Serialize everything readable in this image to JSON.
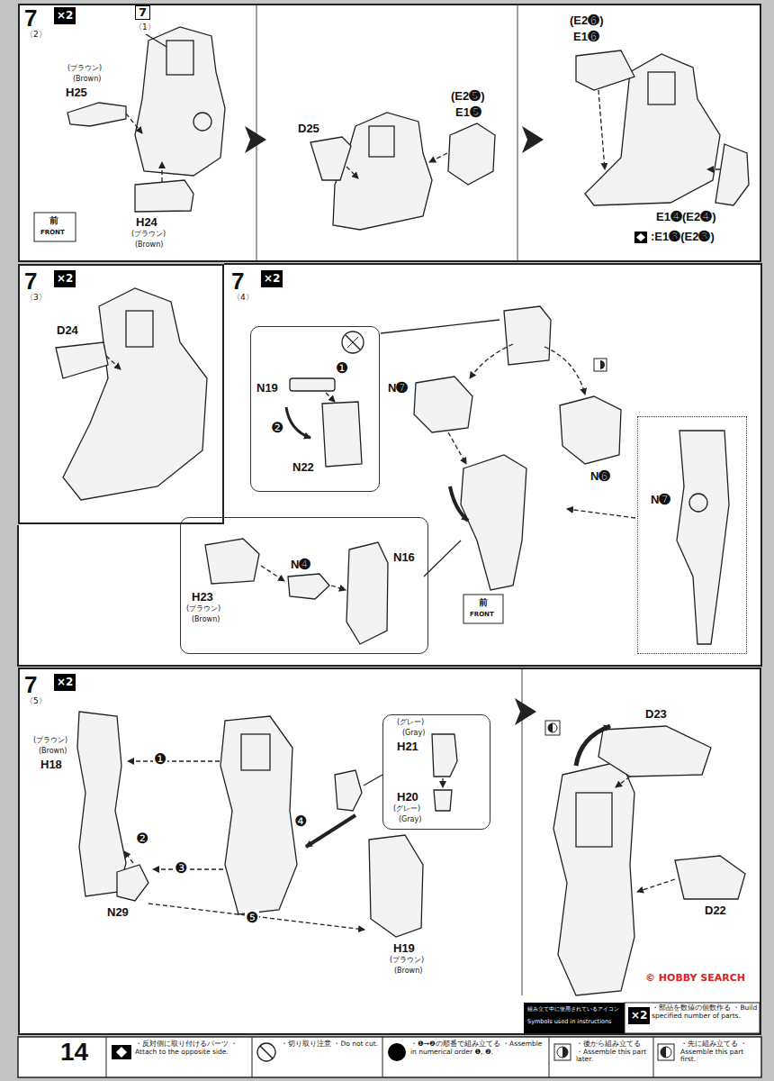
{
  "diagram": {
    "nodes": [
      {
        "text": [
          "7",
          "〈2〉",
          "×2",
          "7",
          "〈1〉",
          "(ブラウン)",
          "(Brown)",
          "H25",
          "H24",
          "(ブラウン)",
          "(Brown)",
          "前",
          "FRONT",
          "D25",
          "(E2❺)",
          "E1❺",
          "(E2❻)",
          "E1❻",
          "E1❹(E2❹)",
          ":E1❸(E2❸)"
        ]
      },
      {
        "text": [
          "7",
          "〈3〉",
          "×2",
          "D24"
        ]
      },
      {
        "text": [
          "7",
          "〈4〉",
          "×2",
          "N❼",
          "N❻",
          "前",
          "FRONT"
        ]
      },
      {
        "text": [
          "N19",
          "❶",
          "❷",
          "N22"
        ],
        "in": 2
      },
      {
        "text": [
          "H23",
          "(ブラウン)",
          "(Brown)",
          "N❹",
          "N16"
        ],
        "in": 2
      },
      {
        "text": [
          "N❼"
        ],
        "in": 2
      },
      {
        "text": [
          "7",
          "〈5〉",
          "×2",
          "(ブラウン)",
          "(Brown)",
          "H18",
          "❶",
          "❷",
          "N29",
          "❸",
          "❹",
          "❺",
          "H19",
          "(ブラウン)",
          "(Brown)",
          "D23",
          "D22"
        ]
      },
      {
        "text": [
          "(グレー)",
          "(Gray)",
          "H21",
          "H20",
          "(グレー)",
          "(Gray)"
        ],
        "in": 6
      }
    ],
    "labels": [
      "14",
      "組み立て中に使用されているアイコン",
      "Symbols used in instructions",
      "×2",
      "© HOBBY SEARCH"
    ],
    "legend": [
      {
        "text": "・反対側に取り付けるパーツ ・Attach to the opposite side."
      },
      {
        "text": "・切り取り注意 ・Do not cut."
      },
      {
        "text": "・❶→❷の順番で組み立てる ・Assemble in numerical order ❶, ❷."
      },
      {
        "text": "・後から組み立てる ・Assemble this part later."
      },
      {
        "text": "・先に組み立てる ・Assemble this part first."
      },
      {
        "text": "・部品を数値の個数作る ・Build specified number of parts."
      }
    ]
  }
}
